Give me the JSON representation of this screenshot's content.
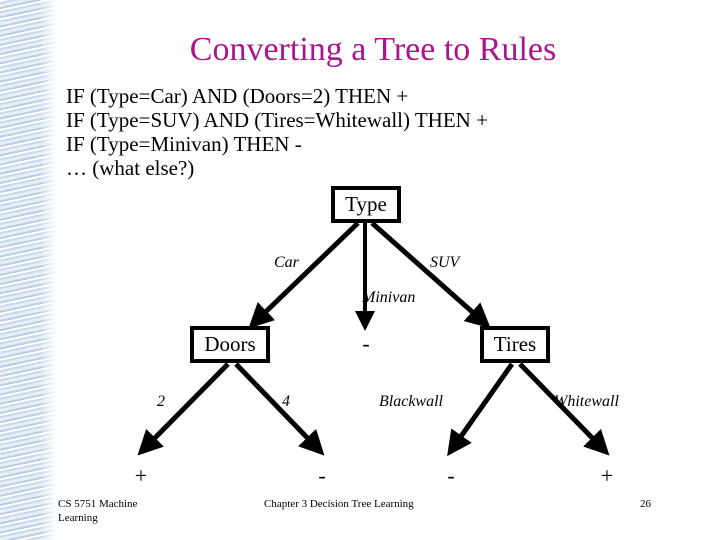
{
  "slide": {
    "title": "Converting a Tree to Rules",
    "title_color": "#A8158C",
    "background_color": "#ffffff",
    "ink_color": "#000000"
  },
  "rules": [
    "IF (Type=Car) AND (Doors=2) THEN +",
    "IF (Type=SUV) AND (Tires=Whitewall) THEN +",
    "IF (Type=Minivan) THEN -",
    "… (what else?)"
  ],
  "tree": {
    "root": {
      "label": "Type"
    },
    "internal_nodes": [
      {
        "label": "Doors"
      },
      {
        "label": "Tires"
      }
    ],
    "edge_labels": {
      "root_left": "Car",
      "root_middle": "Minivan",
      "root_right": "SUV",
      "doors_left": "2",
      "doors_right": "4",
      "tires_left": "Blackwall",
      "tires_right": "Whitewall"
    },
    "leaves": {
      "minivan": "-",
      "doors_2": "+",
      "doors_4": "-",
      "tires_blackwall": "-",
      "tires_whitewall": "+"
    }
  },
  "footer": {
    "left_line1": "CS 5751 Machine",
    "left_line2": "Learning",
    "center": "Chapter 3  Decision Tree Learning",
    "page_number": "26"
  }
}
